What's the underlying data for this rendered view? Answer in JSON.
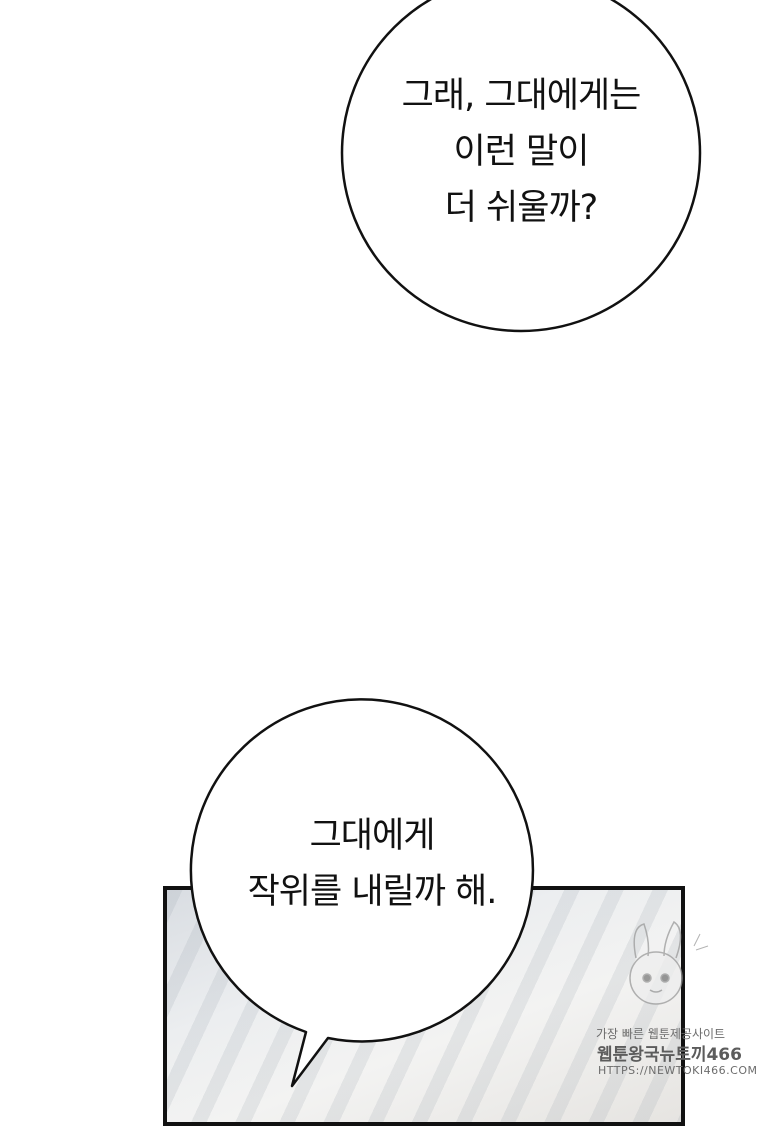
{
  "bubble_top": {
    "lines": [
      "그래, 그대에게는",
      "이런 말이",
      "더 쉬울까?"
    ]
  },
  "bubble_bottom": {
    "lines": [
      "그대에게",
      "작위를 내릴까 해."
    ]
  },
  "watermark": {
    "line1": "가장 빠른 웹툰제공사이트",
    "line2": "웹툰왕국뉴토끼466",
    "line3": "HTTPS://NEWTOKI466.COM"
  }
}
